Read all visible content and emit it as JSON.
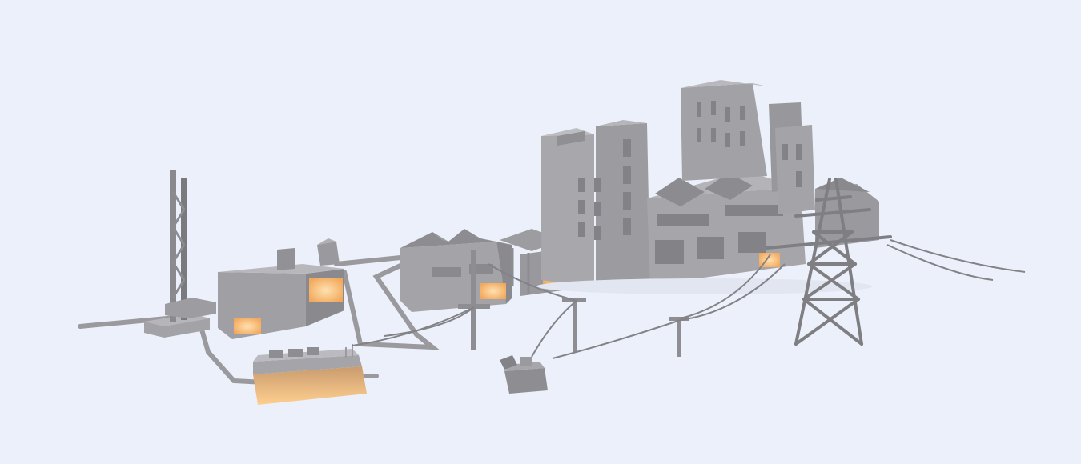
{
  "scene": {
    "description_visible_text": [],
    "colors": {
      "background": "#ecf0fa",
      "building_light": "#a7a7aa",
      "building_mid": "#8e8e92",
      "building_dark": "#737377",
      "roof": "#8a8a8e",
      "window": "#7c7c80",
      "glow": "#f5b56b",
      "glow_bright": "#ffd9a3",
      "cable": "#838387",
      "shadow": "#d9dde8"
    },
    "objects": [
      "chimney-stack",
      "boiler-house",
      "generator-unit",
      "pipeline",
      "workshop-hall",
      "gate-canopy",
      "main-factory",
      "office-tower",
      "utility-pole",
      "pole-transformer",
      "transmission-tower",
      "power-lines"
    ]
  }
}
